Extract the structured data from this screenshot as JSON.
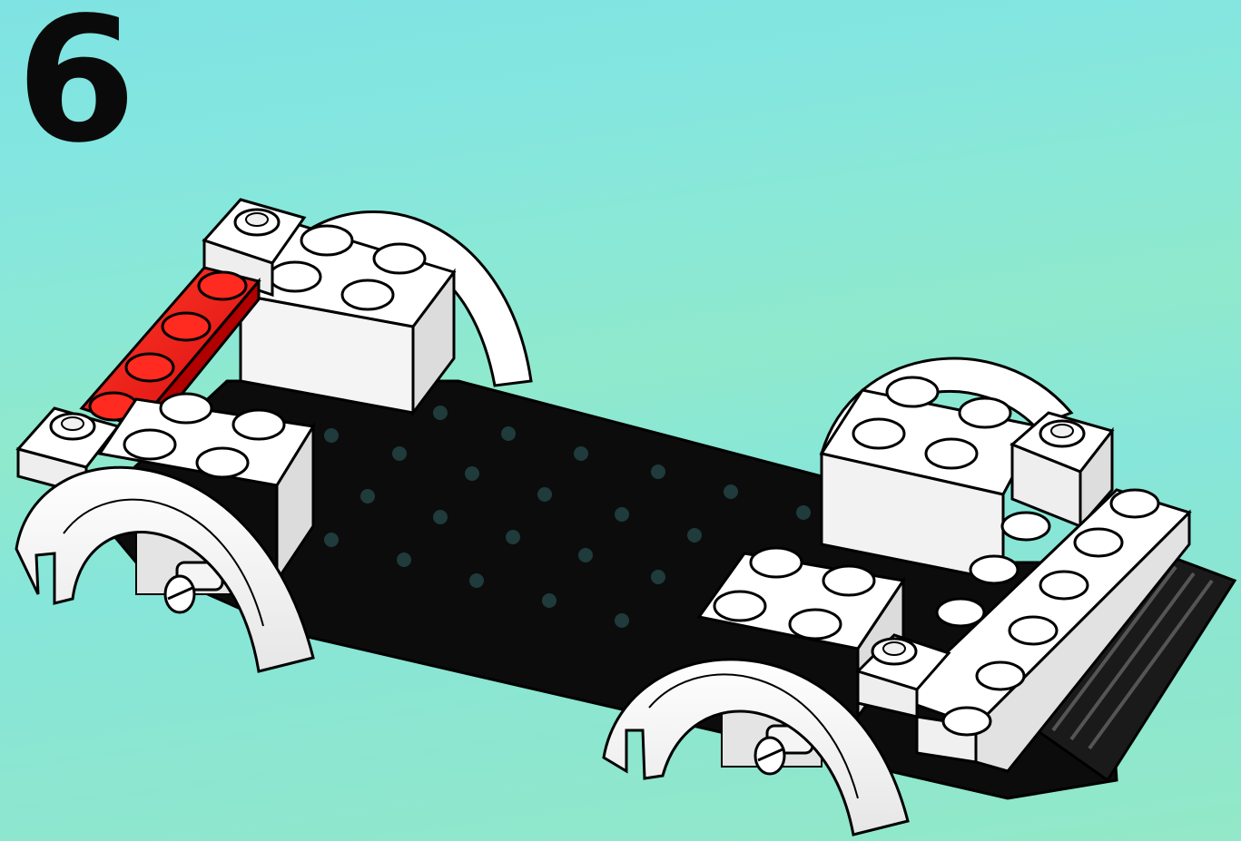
{
  "step": {
    "number": "6"
  },
  "scene": {
    "background_color": "#86e6d8",
    "parts": [
      {
        "name": "black-base-plate",
        "color": "#0c0c0c"
      },
      {
        "name": "white-wheel-arch",
        "color": "#ffffff",
        "count": 4
      },
      {
        "name": "white-brick-2x2",
        "color": "#ffffff"
      },
      {
        "name": "red-plate-1x4",
        "color": "#e01010"
      },
      {
        "name": "white-plate",
        "color": "#ffffff"
      },
      {
        "name": "axle-pin",
        "color": "#d8d8d8"
      },
      {
        "name": "grille",
        "color": "#2a2a2a"
      }
    ]
  }
}
